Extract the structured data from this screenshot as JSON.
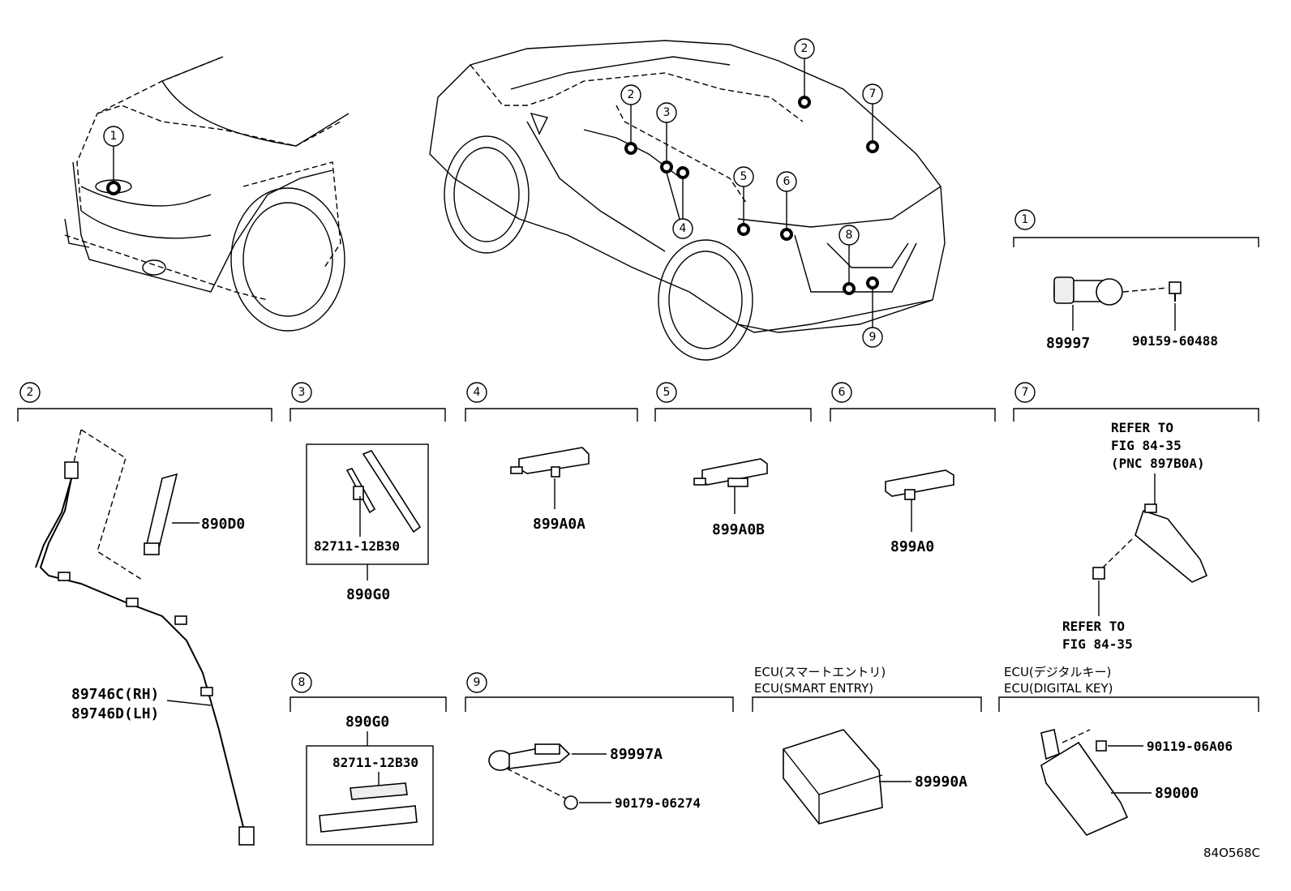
{
  "figure_id": "84O568C",
  "callouts": [
    "1",
    "2",
    "3",
    "4",
    "5",
    "6",
    "7",
    "8",
    "9"
  ],
  "sections": [
    {
      "num": "1",
      "parts": [
        "89997",
        "90159-60488"
      ]
    },
    {
      "num": "2",
      "parts": [
        "890D0",
        "89746C(RH)",
        "89746D(LH)"
      ]
    },
    {
      "num": "3",
      "parts": [
        "82711-12B30",
        "890G0"
      ]
    },
    {
      "num": "4",
      "parts": [
        "899A0A"
      ]
    },
    {
      "num": "5",
      "parts": [
        "899A0B"
      ]
    },
    {
      "num": "6",
      "parts": [
        "899A0"
      ]
    },
    {
      "num": "7",
      "parts": [],
      "refs": [
        "REFER TO",
        "FIG 84-35",
        "(PNC 897B0A)",
        "REFER TO",
        "FIG 84-35"
      ]
    },
    {
      "num": "8",
      "parts": [
        "890G0",
        "82711-12B30"
      ]
    },
    {
      "num": "9",
      "parts": [
        "89997A",
        "90179-06274"
      ]
    }
  ],
  "ecu_smart": {
    "jp": "ECU(スマートエントリ)",
    "en": "ECU(SMART ENTRY)",
    "part": "89990A"
  },
  "ecu_digital": {
    "jp": "ECU(デジタルキー)",
    "en": "ECU(DIGITAL KEY)",
    "parts": [
      "90119-06A06",
      "89000"
    ]
  }
}
